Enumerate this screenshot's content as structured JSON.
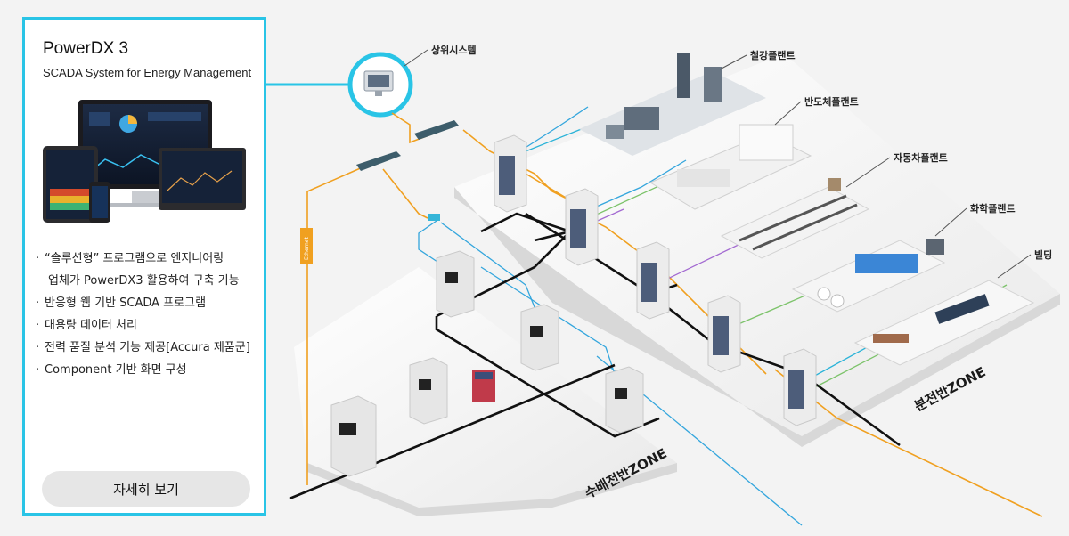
{
  "product": {
    "title": "PowerDX 3",
    "subtitle": "SCADA System for Energy Management",
    "features": [
      "“솔루션형” 프로그램으로 엔지니어링",
      "업체가 PowerDX3 활용하여 구축 기능",
      "반응형 웹 기반 SCADA 프로그램",
      "대용량 데이터 처리",
      "전력 품질 분석 기능 제공[Accura 제품군]",
      "Component 기반 화면 구성"
    ],
    "detail_button": "자세히 보기"
  },
  "diagram": {
    "top_system": "상위시스템",
    "plants": [
      "철강플랜트",
      "반도체플랜트",
      "자동차플랜트",
      "화학플랜트",
      "빌딩"
    ],
    "zones": [
      "수배전반ZONE",
      "분전반ZONE"
    ],
    "ethernet": "Ethernet"
  },
  "colors": {
    "accent": "#29c4e6",
    "orange_line": "#f0a020",
    "blue_line": "#34a6dd",
    "green_line": "#7cc36a",
    "purple_line": "#a36ad1",
    "black_line": "#111111"
  }
}
